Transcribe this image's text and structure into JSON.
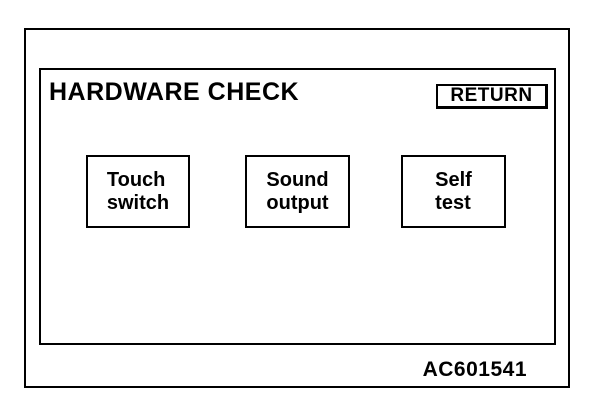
{
  "colors": {
    "ink": "#000000",
    "paper": "#ffffff"
  },
  "screen": {
    "title": "HARDWARE CHECK",
    "return_button": {
      "label": "RETURN"
    },
    "buttons": [
      {
        "line1": "Touch",
        "line2": "switch"
      },
      {
        "line1": "Sound",
        "line2": "output"
      },
      {
        "line1": "Self",
        "line2": "test"
      }
    ]
  },
  "figure": {
    "code": "AC601541"
  }
}
